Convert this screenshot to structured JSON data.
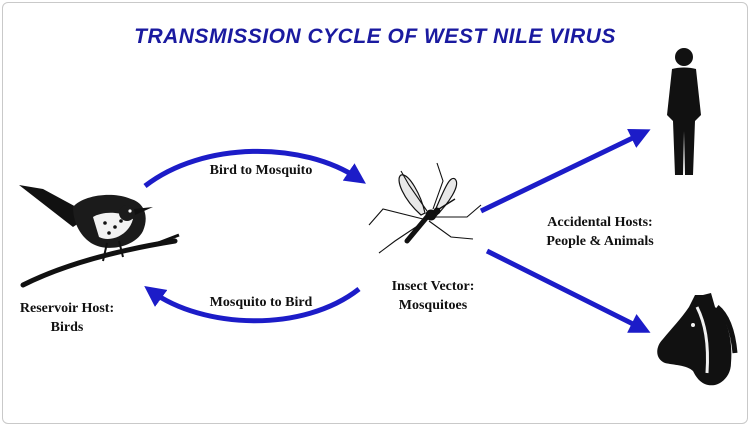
{
  "title": "TRANSMISSION CYCLE OF WEST NILE VIRUS",
  "labels": {
    "bird_to_mosquito": "Bird to Mosquito",
    "mosquito_to_bird": "Mosquito to Bird",
    "reservoir_line1": "Reservoir Host:",
    "reservoir_line2": "Birds",
    "vector_line1": "Insect Vector:",
    "vector_line2": "Mosquitoes",
    "accidental_line1": "Accidental Hosts:",
    "accidental_line2": "People & Animals"
  },
  "colors": {
    "title": "#1a1aa0",
    "arrow": "#1c1cc8",
    "silhouette": "#111111"
  },
  "icons": [
    "bird-icon",
    "mosquito-icon",
    "person-icon",
    "horse-icon"
  ]
}
